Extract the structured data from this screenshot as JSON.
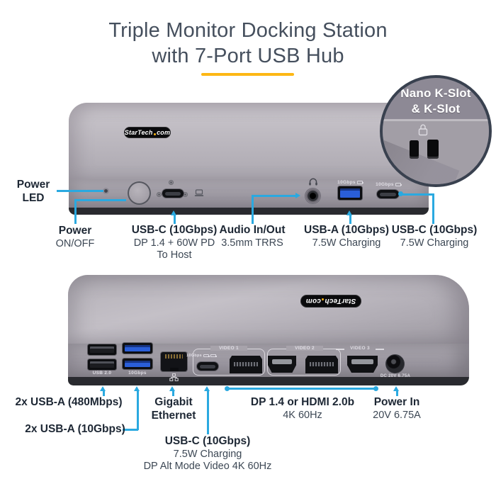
{
  "title": {
    "line1": "Triple Monitor Docking Station",
    "line2": "with 7-Port USB Hub"
  },
  "brand": {
    "full": "StarTech.com",
    "part1": "StarTech",
    "part2": "com"
  },
  "inset": {
    "line1": "Nano K-Slot",
    "line2": "& K-Slot"
  },
  "front": {
    "printed": {
      "usb_a": "10Gbps",
      "usb_c": "10Gbps"
    },
    "callouts": {
      "power_led": {
        "l1": "Power",
        "l2": "LED"
      },
      "power_switch": {
        "l1": "Power",
        "l2": "ON/OFF"
      },
      "usb_c_host": {
        "l1": "USB-C (10Gbps)",
        "l2": "DP 1.4 + 60W PD",
        "l3": "To Host"
      },
      "audio": {
        "l1": "Audio In/Out",
        "l2": "3.5mm TRRS"
      },
      "usb_a": {
        "l1": "USB-A (10Gbps)",
        "l2": "7.5W Charging"
      },
      "usb_c": {
        "l1": "USB-C (10Gbps)",
        "l2": "7.5W Charging"
      }
    }
  },
  "rear": {
    "printed": {
      "usb2": "USB 2.0",
      "usb10": "10Gbps",
      "usb_c": "10Gbps",
      "video1": "VIDEO 1",
      "video2": "VIDEO 2",
      "video3": "VIDEO 3",
      "dc": "DC 20V 6.75A"
    },
    "callouts": {
      "usb2": {
        "l1": "2x USB-A (480Mbps)"
      },
      "usb10": {
        "l1": "2x USB-A (10Gbps)"
      },
      "ethernet": {
        "l1": "Gigabit",
        "l2": "Ethernet"
      },
      "usb_c": {
        "l1": "USB-C (10Gbps)",
        "l2": "7.5W Charging",
        "l3": "DP Alt Mode Video 4K 60Hz"
      },
      "video": {
        "l1": "DP 1.4 or HDMI 2.0b",
        "l2": "4K 60Hz"
      },
      "power_in": {
        "l1": "Power In",
        "l2": "20V 6.75A"
      }
    }
  },
  "icons": {
    "lock": "lock-icon",
    "headphones": "headphones-icon",
    "laptop": "laptop-icon",
    "network": "ethernet-icon",
    "battery": "battery-icon",
    "display": "display-icon",
    "screw": "screw-icon",
    "power_button": "power-button",
    "power_led": "power-led-dot",
    "brand_star": "star-dot-icon"
  },
  "colors": {
    "accent_blue": "#2aa9e0",
    "accent_yellow": "#fdb714",
    "title_text": "#454f5d",
    "label_bold": "#1d2734",
    "label_regular": "#3c4754",
    "device_gray": "#b4b0b7",
    "usb_port_blue": "#2a5ed8"
  }
}
